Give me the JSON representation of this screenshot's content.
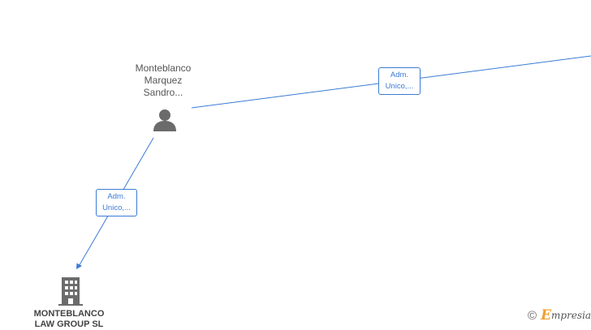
{
  "nodes": {
    "person": {
      "label_line1": "Monteblanco",
      "label_line2": "Marquez",
      "label_line3": "Sandro...",
      "icon": "person-icon"
    },
    "company": {
      "label_line1": "MONTEBLANCO",
      "label_line2": "LAW GROUP  SL",
      "icon": "building-icon"
    }
  },
  "edges": [
    {
      "label_line1": "Adm.",
      "label_line2": "Unico,..."
    },
    {
      "label_line1": "Adm.",
      "label_line2": "Unico,..."
    }
  ],
  "watermark": {
    "copyright_symbol": "©",
    "brand_initial": "E",
    "brand_rest": "mpresia"
  },
  "colors": {
    "edge": "#3a7bd5",
    "icon": "#6b6b6b",
    "brand_accent": "#f0a030"
  }
}
